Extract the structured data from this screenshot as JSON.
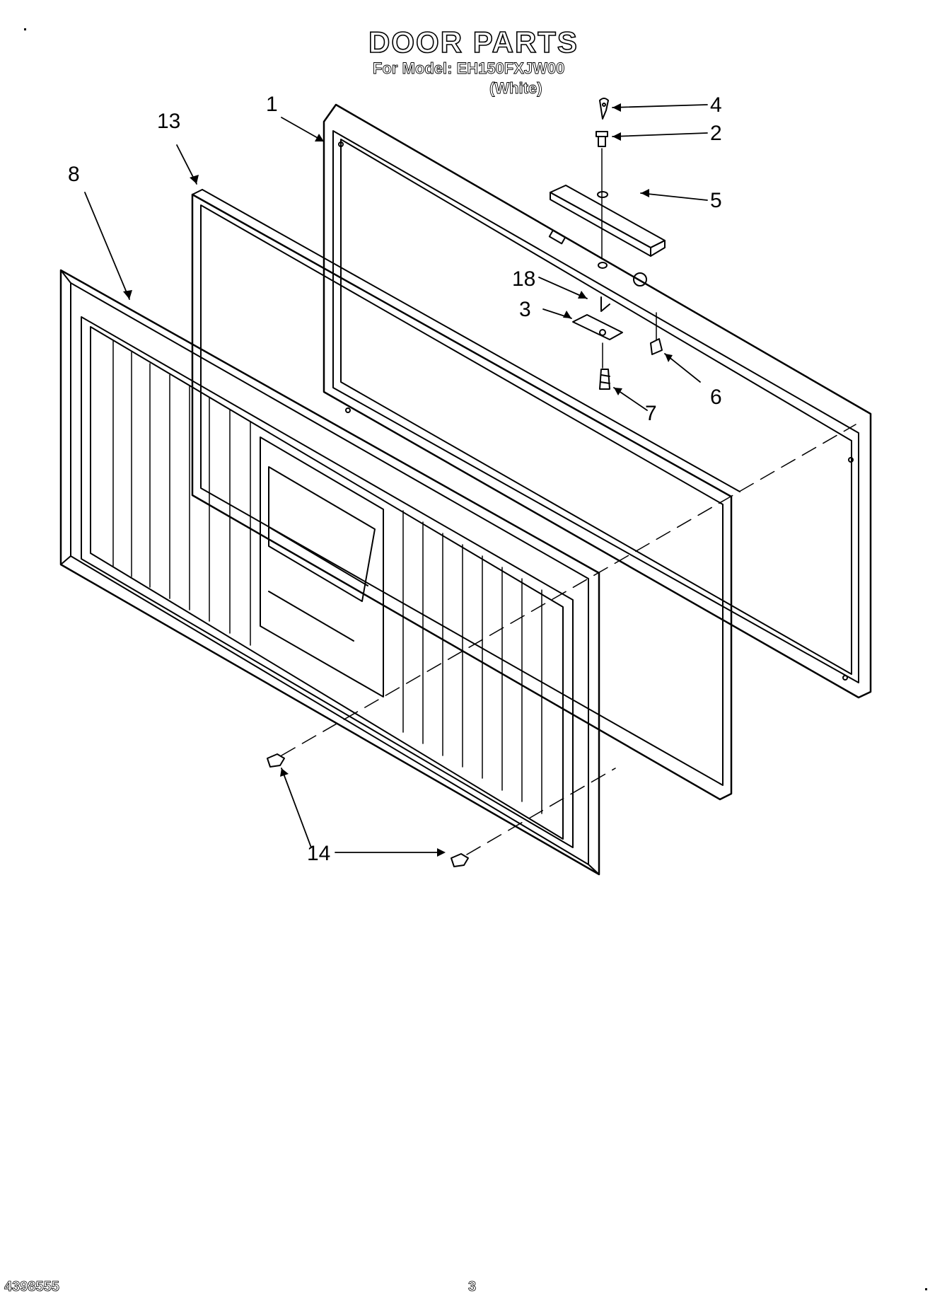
{
  "header": {
    "title": "DOOR PARTS",
    "model_line": "For Model: EH150FXJW00",
    "variant": "(White)"
  },
  "diagram": {
    "callouts": [
      {
        "id": "c1",
        "label": "1"
      },
      {
        "id": "c2",
        "label": "2"
      },
      {
        "id": "c3",
        "label": "3"
      },
      {
        "id": "c4",
        "label": "4"
      },
      {
        "id": "c5",
        "label": "5"
      },
      {
        "id": "c6",
        "label": "6"
      },
      {
        "id": "c7",
        "label": "7"
      },
      {
        "id": "c8",
        "label": "8"
      },
      {
        "id": "c13",
        "label": "13"
      },
      {
        "id": "c14",
        "label": "14"
      },
      {
        "id": "c18",
        "label": "18"
      }
    ]
  },
  "footer": {
    "document_number": "4398555",
    "page_number": "3"
  }
}
